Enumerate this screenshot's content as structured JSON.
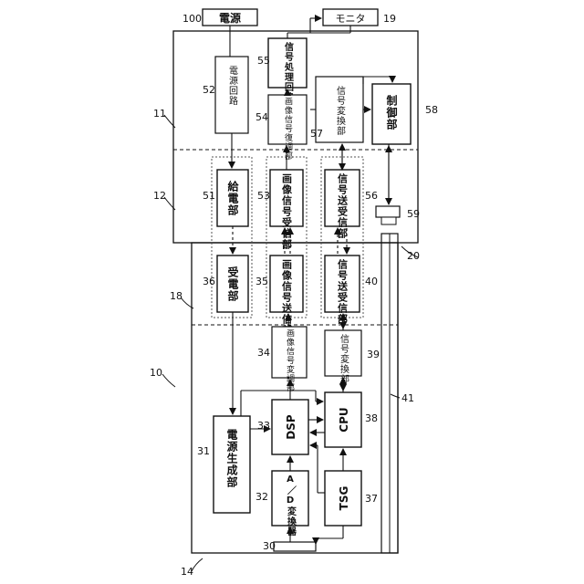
{
  "blocks": {
    "power_source": "電源",
    "monitor": "モニタ",
    "power_circuit": "電源回路",
    "signal_processing": "信号処理回路",
    "image_demodulation": "画像信号復調部",
    "signal_conversion_57": "信号変換部",
    "control": "制御部",
    "power_feeding": "給電部",
    "image_receiver": "画像信号受信部",
    "transceiver_56": "信号送受信部",
    "power_receiving": "受電部",
    "image_transmitter": "画像信号送信部",
    "transceiver_40": "信号送受信部",
    "image_modulation": "画像信号変調部",
    "signal_conversion_39": "信号変換部",
    "power_generation": "電源生成部",
    "dsp": "DSP",
    "cpu": "CPU",
    "ad_converter": "A／D変換器",
    "tsg": "TSG"
  },
  "refs": {
    "r100": "100",
    "r19": "19",
    "r55": "55",
    "r52": "52",
    "r11": "11",
    "r54": "54",
    "r57": "57",
    "r58": "58",
    "r12": "12",
    "r51": "51",
    "r53": "53",
    "r56": "56",
    "r59": "59",
    "r20": "20",
    "r18": "18",
    "r36": "36",
    "r35": "35",
    "r40": "40",
    "r10": "10",
    "r34": "34",
    "r39": "39",
    "r41": "41",
    "r31": "31",
    "r33": "33",
    "r38": "38",
    "r32": "32",
    "r37": "37",
    "r30": "30",
    "r14": "14"
  }
}
